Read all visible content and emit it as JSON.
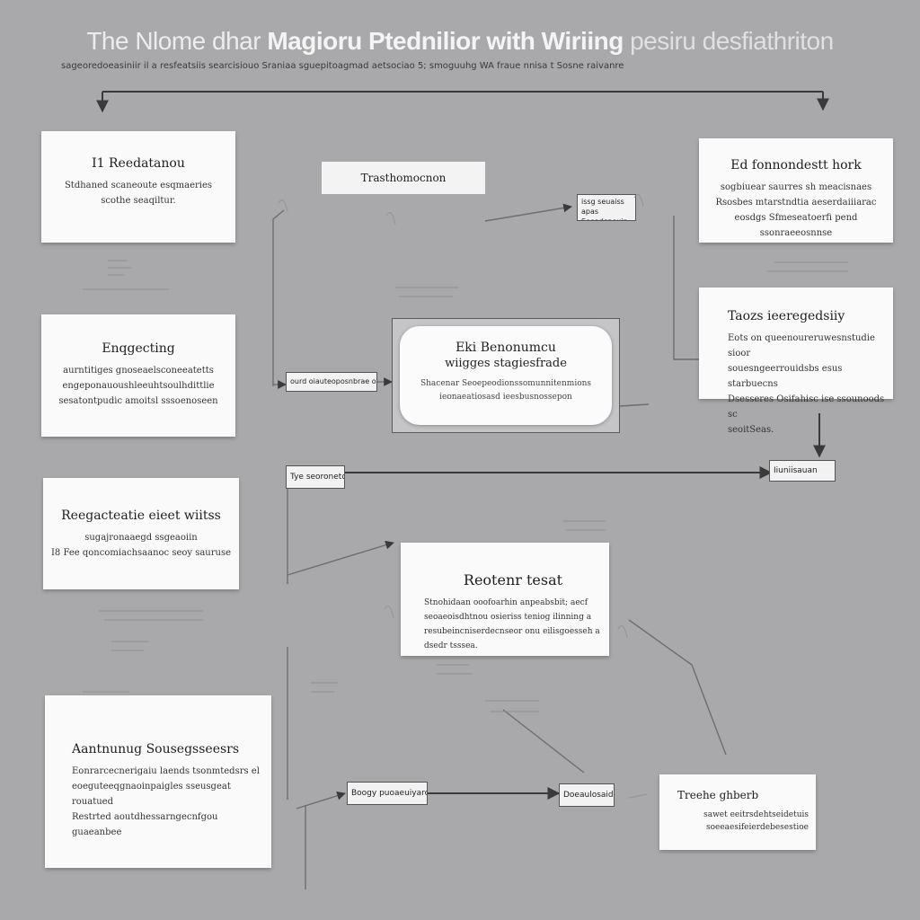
{
  "title": {
    "part1": "The Nlome dhar",
    "part2": "Magioru Ptednilior with Wiriing",
    "part3": "pesiru desfiathriton"
  },
  "subtitle": "sageoredoeasiniir il a resfeatsiis searcisiouo Sraniaa sguepitoagmad aetsociao 5; smoguuhg WA fraue nnisa t Sosne raivanre",
  "header_bar": "Trasthomocnon",
  "center": {
    "heading": "Eki Benonumcu",
    "subheading": "wiigges stagiesfrade",
    "body": [
      "Shacenar Seoepeodionssomunnitenmions",
      "ieonaeatiosasd ieesbusnossepon"
    ]
  },
  "cards": {
    "top_left": {
      "heading": "I1 Reedatanou",
      "body": [
        "Stdhaned scaneoute esqmaeries",
        "scothe seaqiltur."
      ]
    },
    "mid_left": {
      "heading": "Enqgecting",
      "body": [
        "aurntitiges gnoseaelsconeeatetts",
        "engeponauoushleeuhtsoulhdittlie",
        "sesatontpudic amoitsl sssoenoseen"
      ]
    },
    "lower_left": {
      "heading": "Reegacteatie eieet wiitss",
      "body": [
        "sugajronaaegd ssgeaoiin",
        "I8 Fee qoncomiachsaanoc seoy sauruse"
      ]
    },
    "bottom_left": {
      "heading": "Aantnunug Sousegsseesrs",
      "body": [
        "Eonrarcecnerigaiu laends tsonmtedsrs el",
        "eoeguteeqgnaoinpaigles sseusgeat rouatued",
        "Restrted aoutdhessarngecnfgou guaeanbee"
      ]
    },
    "top_right": {
      "heading": "Ed fonnondestt hork",
      "body": [
        "sogbiuear saurres sh meacisnaes",
        "Rsosbes mtarstndtia aeserdaiiiarac",
        "eosdgs Sfmeseatoerfi pend ssonraeeosnnse"
      ]
    },
    "mid_right": {
      "heading": "Taozs ieeregedsiiy",
      "body": [
        "Eots on queenoureruwesnstudie sioor",
        "souesngeerrouidsbs esus starbuecns",
        "Dsesseres Osifahisc ise ssounoods sc",
        "seoitSeas."
      ]
    },
    "center_low": {
      "heading": "Reotenr tesat",
      "body": [
        "Stnohidaan ooofoarhin anpeabsbit; aecf",
        "seoaeoisdhtnou osieriss teniog ilinning a",
        "resubeincniserdecnseor onu eilisgoesseh a",
        "dsedr tsssea."
      ]
    },
    "bottom_right": {
      "heading": "Treehe ghberb",
      "body": [
        "sawet eeitrsdehtseidetuis",
        "soeeaesifeierdebesestioe"
      ]
    }
  },
  "labels": {
    "small_top": [
      "issg seuaiss",
      "apas Seoadcneuin"
    ],
    "mid_arrow": "ourd oiauteoposnbrae ocsmotit",
    "left_arrow": "Tye seoronetdbe",
    "right_arrow": "Iiuniisauan",
    "bottom_left_arrow": "Boogy puoaeuiyaroans",
    "bottom_mid_arrow": "Doeaulosaid"
  },
  "colors": {
    "background": "#a9a9ab",
    "card": "#fafafa",
    "line": "#3a3a3a"
  }
}
